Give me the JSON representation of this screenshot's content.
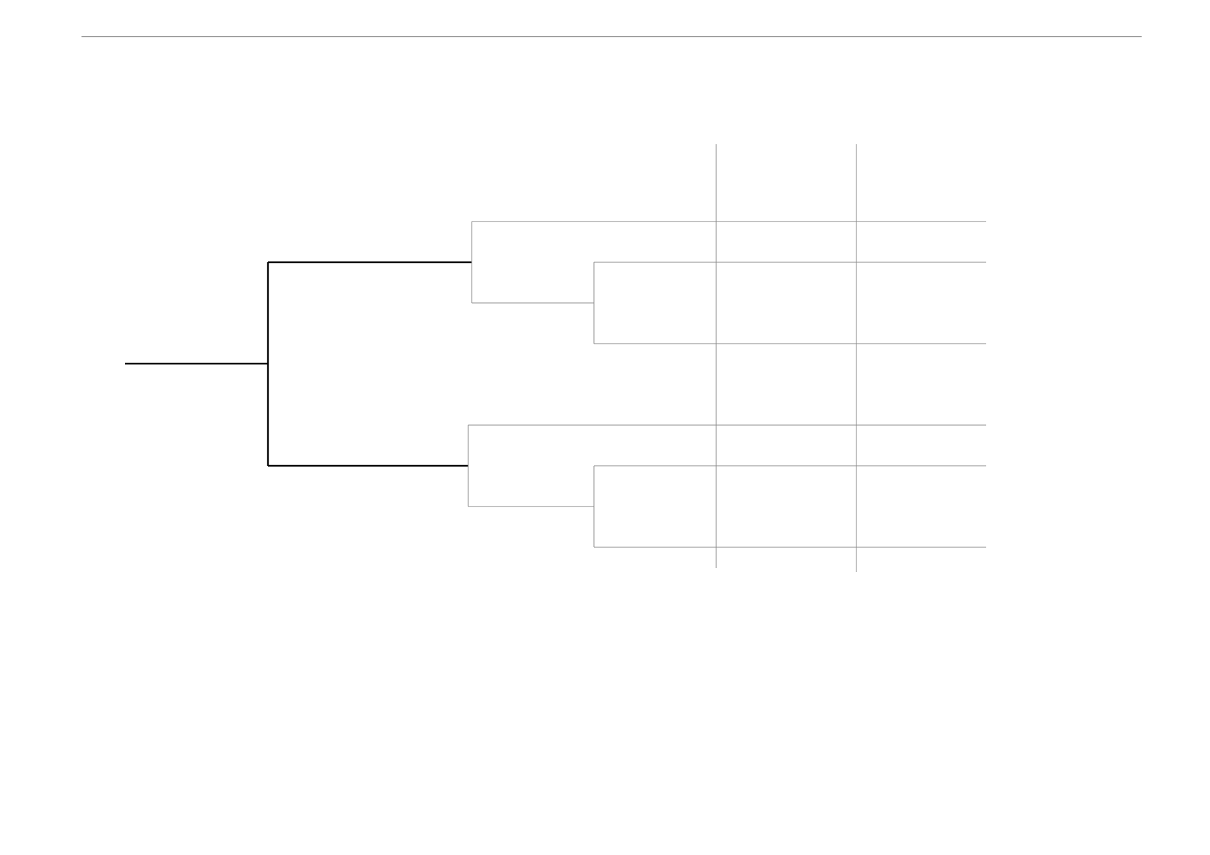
{
  "diagram": {
    "type": "tree",
    "colors": {
      "main_branch": "#000000",
      "sub_branch": "#8a8a8a",
      "header_rule": "#6b6b6b",
      "background": "#ffffff"
    },
    "nodes": [
      {
        "id": "root",
        "children": [
          "clade-a",
          "clade-b"
        ]
      },
      {
        "id": "clade-a",
        "children": [
          "leaf-1",
          "clade-a2"
        ]
      },
      {
        "id": "clade-a2",
        "children": [
          "leaf-2",
          "leaf-3"
        ]
      },
      {
        "id": "clade-b",
        "children": [
          "leaf-4",
          "clade-b2"
        ]
      },
      {
        "id": "clade-b2",
        "children": [
          "leaf-5",
          "leaf-6"
        ]
      }
    ],
    "leaves": [
      "leaf-1",
      "leaf-2",
      "leaf-3",
      "leaf-4",
      "leaf-5",
      "leaf-6"
    ],
    "columns": 2
  }
}
